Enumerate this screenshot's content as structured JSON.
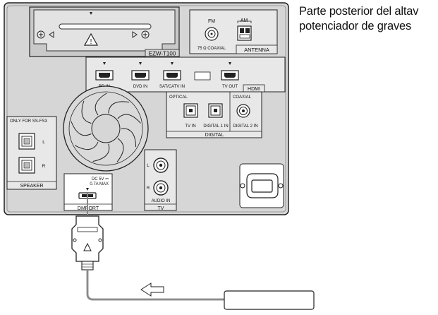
{
  "caption": {
    "line1": "Parte posterior del altav",
    "line2": "potenciador de graves"
  },
  "ezw_slot": {
    "label": "EZW-T100"
  },
  "antenna": {
    "fm_label": "FM",
    "am_label": "AM",
    "coaxial_label": "75 Ω COAXIAL",
    "title": "ANTENNA"
  },
  "hdmi": {
    "title": "HDMI",
    "ports": [
      {
        "label": "BD IN"
      },
      {
        "label": "DVD IN"
      },
      {
        "label": "SAT/CATV IN"
      },
      {
        "label": "TV OUT"
      }
    ]
  },
  "digital": {
    "optical_label": "OPTICAL",
    "coaxial_label": "COAXIAL",
    "tv_in": "TV IN",
    "digital1_in": "DIGITAL 1 IN",
    "digital2_in": "DIGITAL 2 IN",
    "title": "DIGITAL"
  },
  "speaker": {
    "note": "ONLY FOR SS-FS3",
    "left": "L",
    "right": "R",
    "title": "SPEAKER"
  },
  "tv": {
    "left": "L",
    "right": "R",
    "audio_in": "AUDIO IN",
    "title": "TV"
  },
  "dmport": {
    "rating_line1": "DC 5V ⎓",
    "rating_line2": "0.7A MAX",
    "title": "DMPORT"
  }
}
